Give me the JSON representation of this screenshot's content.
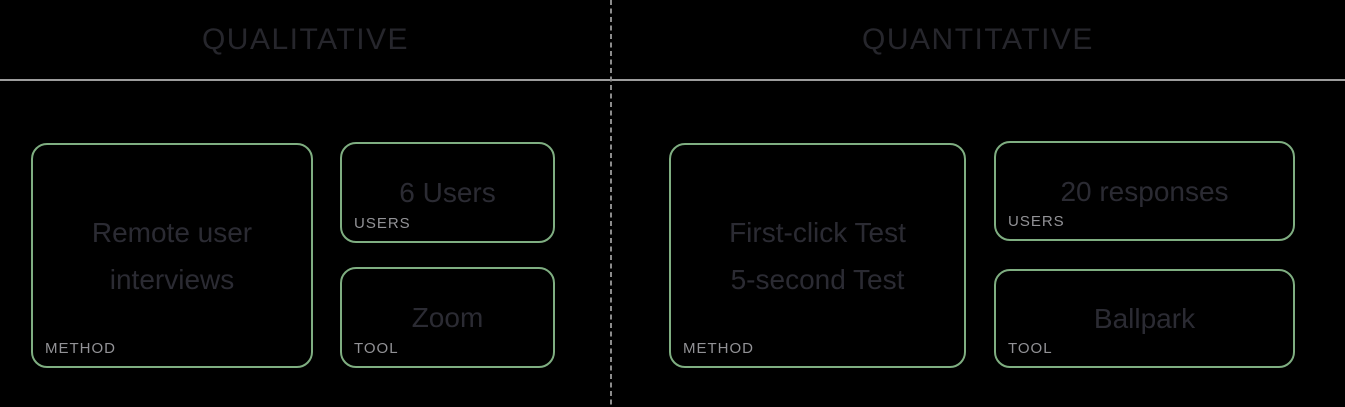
{
  "colors": {
    "background": "#000000",
    "card_border": "#7fae81",
    "header_text": "#26262c",
    "card_text": "#2b2b33",
    "label_text": "#929296",
    "divider_line": "#9d9d9d",
    "dashed_line": "#8c8c8c"
  },
  "sections": [
    {
      "title": "QUALITATIVE",
      "cards": [
        {
          "label": "METHOD",
          "lines": [
            "Remote user",
            "interviews"
          ]
        },
        {
          "label": "USERS",
          "lines": [
            "6 Users"
          ]
        },
        {
          "label": "TOOL",
          "lines": [
            "Zoom"
          ]
        }
      ]
    },
    {
      "title": "QUANTITATIVE",
      "cards": [
        {
          "label": "METHOD",
          "lines": [
            "First-click Test",
            "5-second Test"
          ]
        },
        {
          "label": "USERS",
          "lines": [
            "20 responses"
          ]
        },
        {
          "label": "TOOL",
          "lines": [
            "Ballpark"
          ]
        }
      ]
    }
  ]
}
